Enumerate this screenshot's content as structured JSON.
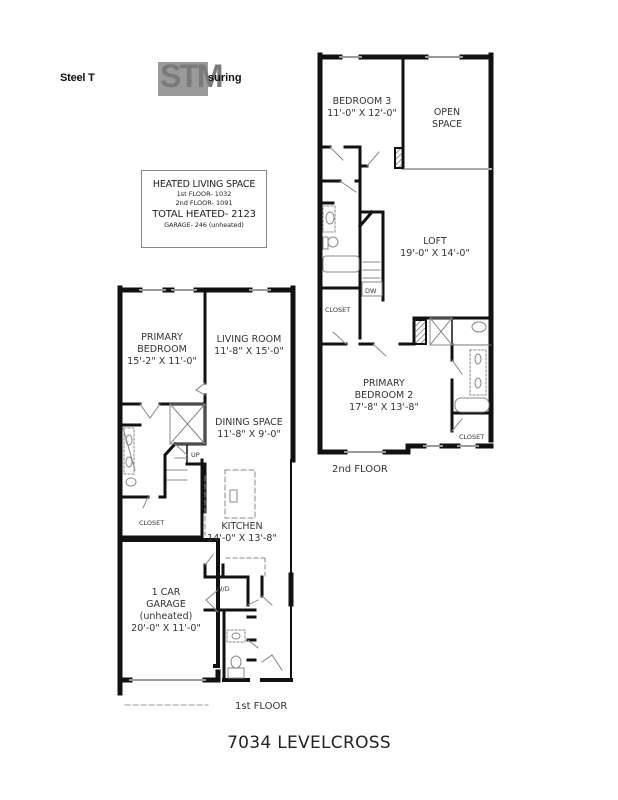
{
  "logo": {
    "text_left": "Steel T",
    "mark": "STM",
    "text_right": "suring",
    "full_name": "Steel Tape Measuring"
  },
  "summary": {
    "heading": "HEATED LIVING SPACE",
    "first_floor": "1st FLOOR- 1032",
    "second_floor": "2nd FLOOR- 1091",
    "total": "TOTAL HEATED- 2123",
    "garage": "GARAGE- 246 (unheated)"
  },
  "floor1": {
    "label": "1st FLOOR",
    "rooms": {
      "primary_bedroom": {
        "name1": "PRIMARY",
        "name2": "BEDROOM",
        "dims": "15'-2\" X 11'-0\""
      },
      "living_room": {
        "name": "LIVING ROOM",
        "dims": "11'-8\" X 15'-0\""
      },
      "dining_space": {
        "name": "DINING SPACE",
        "dims": "11'-8\" X 9'-0\""
      },
      "kitchen": {
        "name": "KITCHEN",
        "dims": "14'-0\" X 13'-8\""
      },
      "closet": {
        "name": "CLOSET"
      },
      "garage": {
        "name1": "1 CAR",
        "name2": "GARAGE",
        "name3": "(unheated)",
        "dims": "20'-0\" X 11'-0\""
      },
      "laundry": {
        "name": "W/D"
      },
      "stairs": {
        "name": "UP"
      }
    }
  },
  "floor2": {
    "label": "2nd FLOOR",
    "rooms": {
      "bedroom3": {
        "name": "BEDROOM 3",
        "dims": "11'-0\" X 12'-0\""
      },
      "open_space": {
        "name1": "OPEN",
        "name2": "SPACE"
      },
      "loft": {
        "name": "LOFT",
        "dims": "19'-0\" X 14'-0\""
      },
      "closet_left": {
        "name": "CLOSET"
      },
      "dw": {
        "name": "DW"
      },
      "primary_bedroom2": {
        "name1": "PRIMARY",
        "name2": "BEDROOM 2",
        "dims": "17'-8\" X 13'-8\""
      },
      "closet_right": {
        "name": "CLOSET"
      }
    }
  },
  "address": "7034 LEVELCROSS",
  "colors": {
    "wall": "#111111",
    "logo_mark": "#8c8c8c",
    "fixture": "#888888",
    "text": "#222222"
  }
}
